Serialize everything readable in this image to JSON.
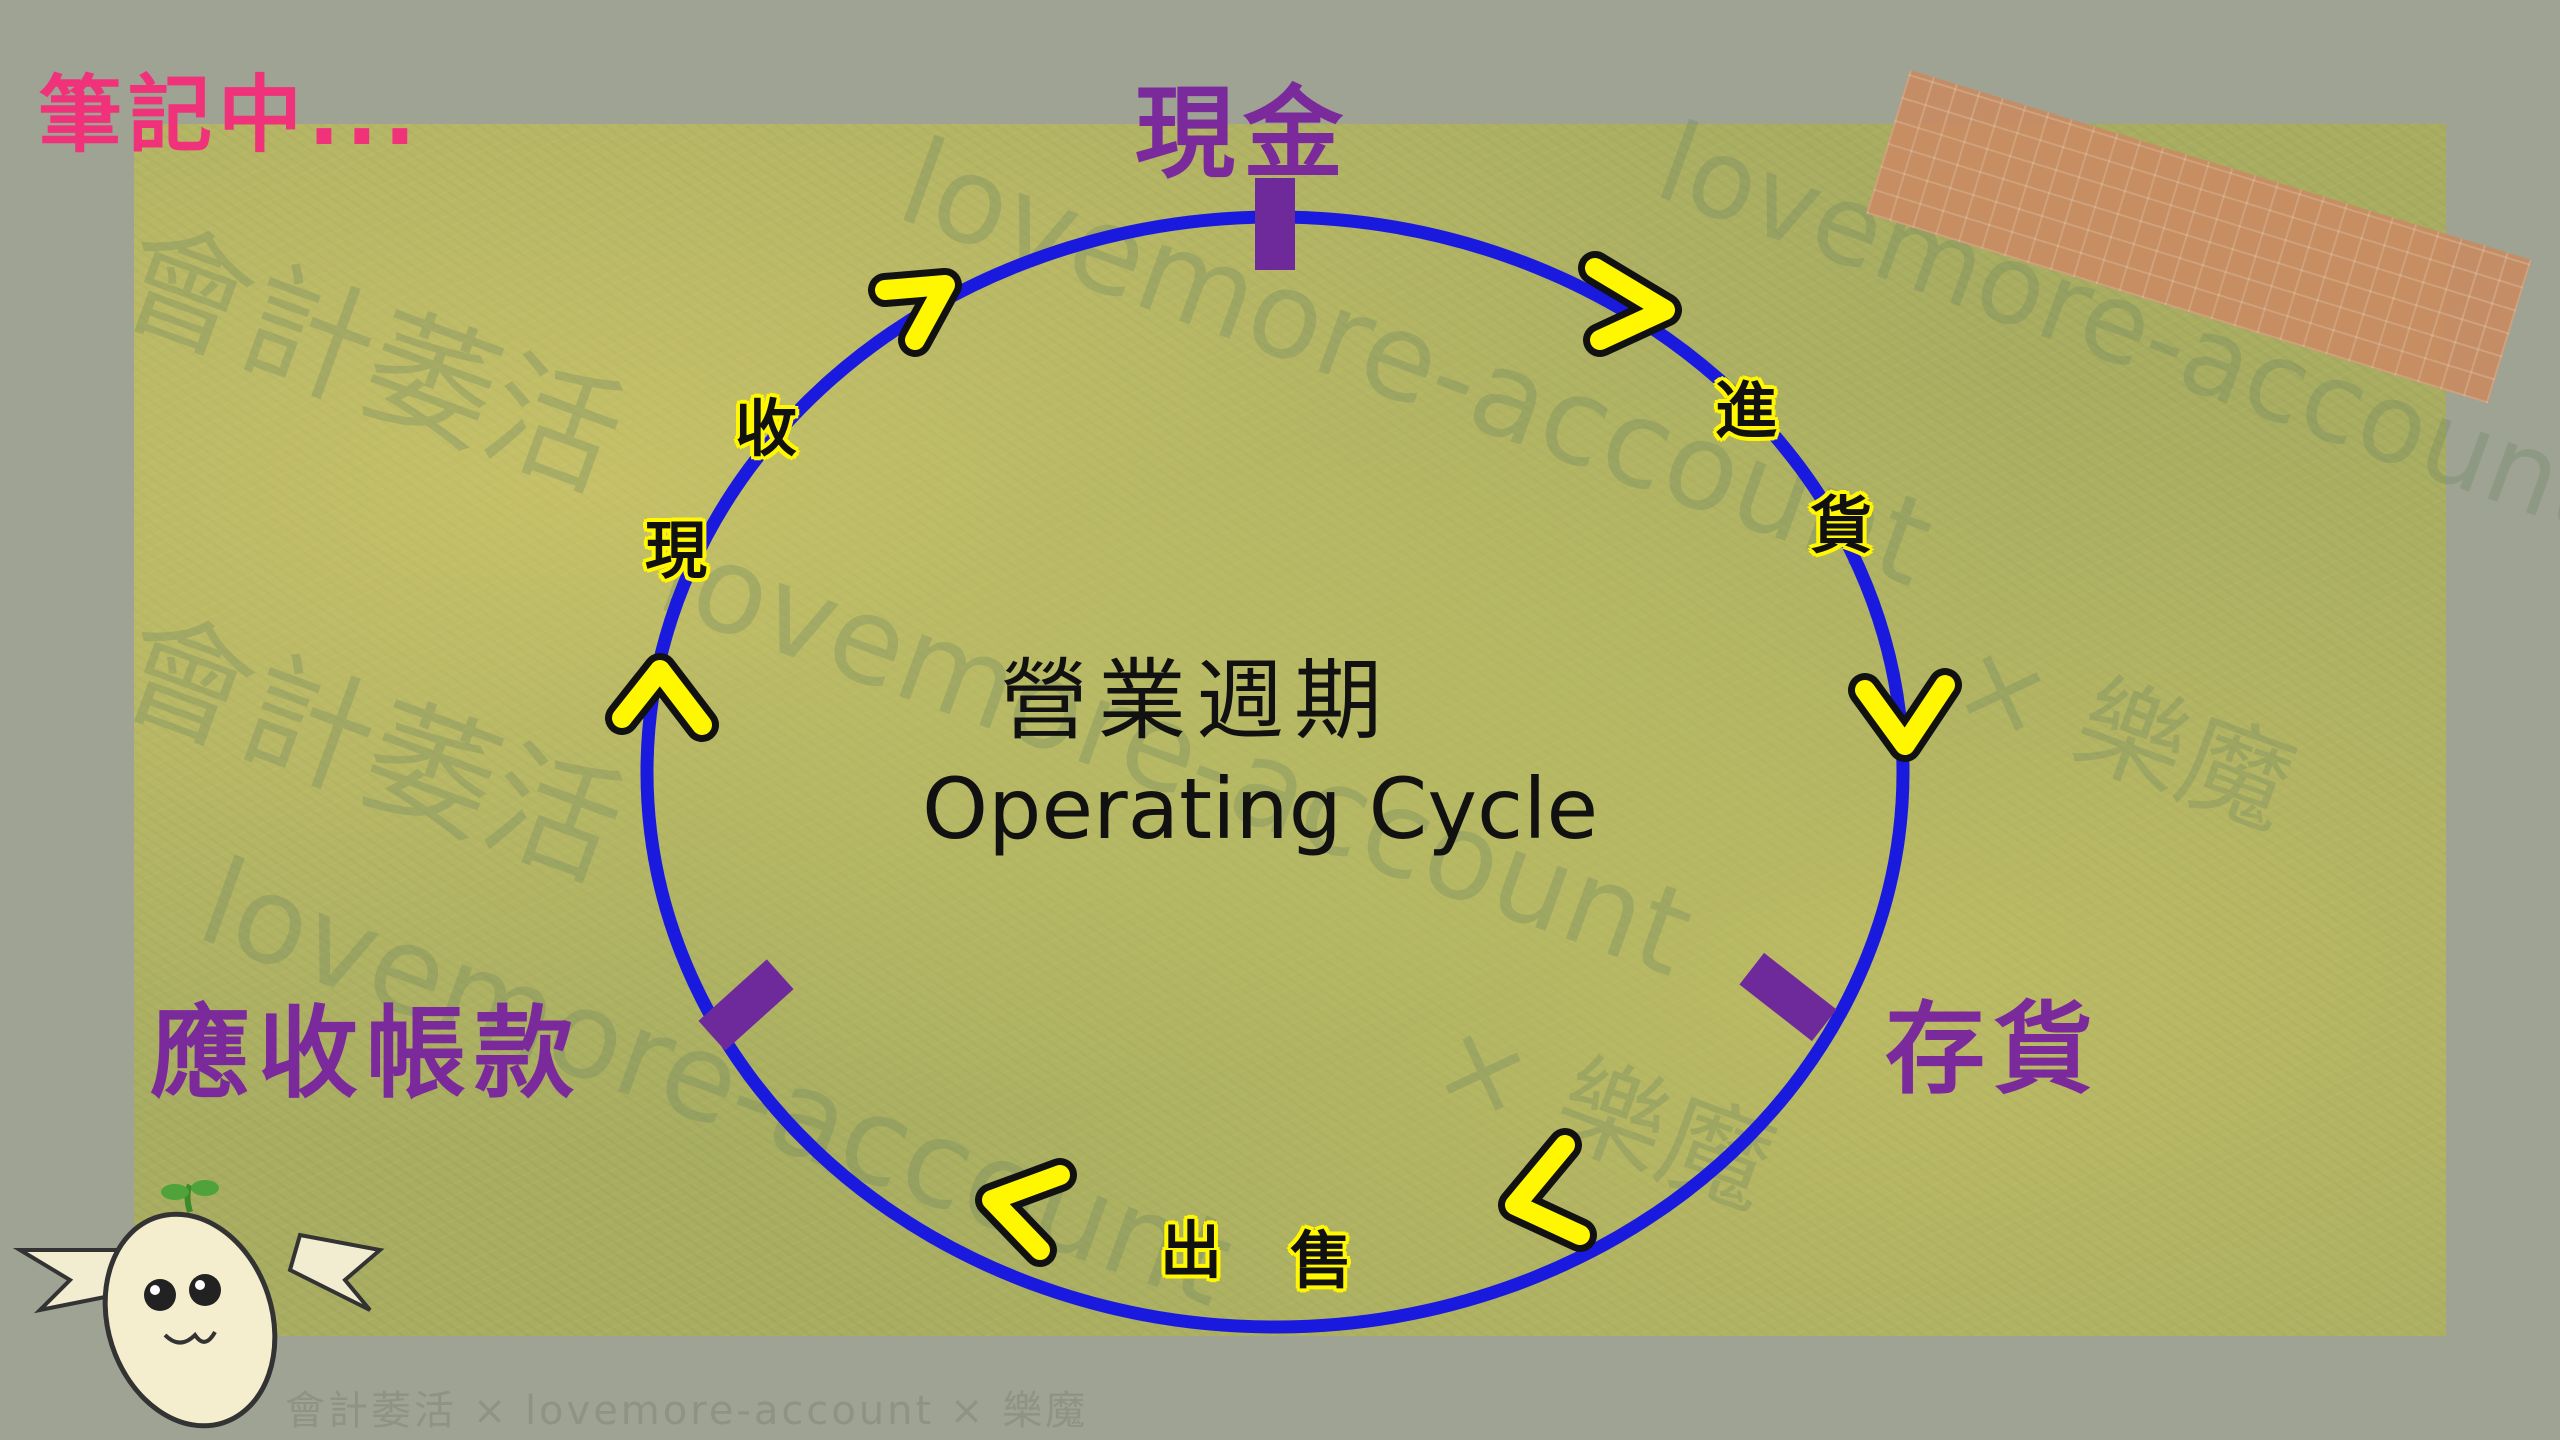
{
  "note_label": "筆記中...",
  "footer_credit": "會計萎活 × lovemore-account × 樂魔",
  "watermark_texts": [
    "會計萎活",
    "lovemore-account",
    "× 樂魔"
  ],
  "diagram": {
    "center_title_zh": "營業週期",
    "center_title_en": "Operating Cycle",
    "nodes": {
      "cash": "現金",
      "inventory": "存貨",
      "receivable": "應收帳款"
    },
    "steps": {
      "purchase": [
        "進",
        "貨"
      ],
      "sale": [
        "出",
        "售"
      ],
      "collect": [
        "現",
        "收"
      ]
    }
  },
  "colors": {
    "cycle": "#1a1adf",
    "node_marker": "#6e2a9a",
    "node_label": "#7b2a9c",
    "arrow": "#fff700",
    "note": "#f0327a"
  },
  "icons": {
    "mascot": "radish-bat-mascot-icon",
    "arrows": "chevron-arrow-icon"
  }
}
